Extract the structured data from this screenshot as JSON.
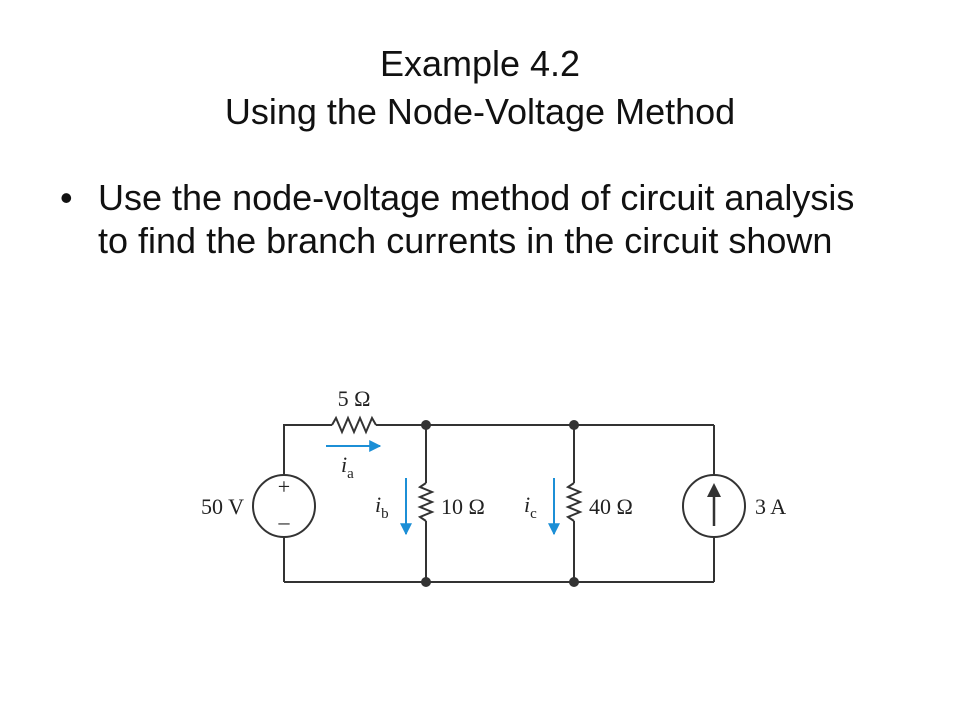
{
  "slide": {
    "title_line1": "Example 4.2",
    "title_line2": "Using the Node-Voltage Method",
    "bullets": [
      "Use the node-voltage method of circuit analysis to find the branch currents in the circuit shown"
    ]
  },
  "circuit": {
    "series_resistor": "5 Ω",
    "voltage_source": "50 V",
    "voltage_plus": "+",
    "voltage_minus": "–",
    "resistor_b": "10 Ω",
    "resistor_c": "40 Ω",
    "current_source": "3 A",
    "current_a": {
      "symbol": "i",
      "subscript": "a"
    },
    "current_b": {
      "symbol": "i",
      "subscript": "b"
    },
    "current_c": {
      "symbol": "i",
      "subscript": "c"
    },
    "wire_color": "#333333",
    "arrow_color": "#1c8fd6"
  }
}
